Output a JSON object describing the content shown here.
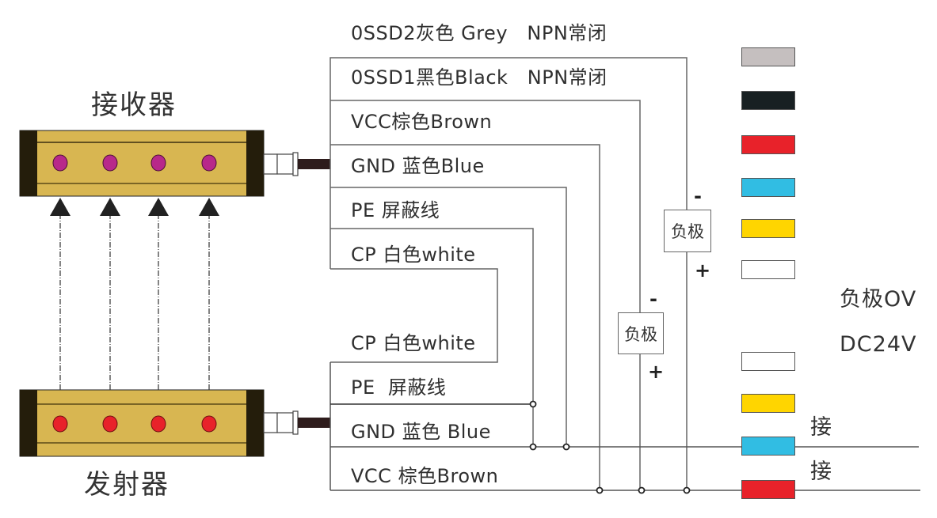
{
  "receiver": {
    "title": "接收器",
    "lens_color": "#b8288a",
    "beam_count": 4
  },
  "emitter": {
    "title": "发射器",
    "lens_color": "#e8222a",
    "beam_count": 4
  },
  "body_color": "#d8b651",
  "cap_color": "#241d0b",
  "receiver_wires": [
    {
      "label": "0SSD2灰色 Grey   NPN常闭"
    },
    {
      "label": "0SSD1黑色Black   NPN常闭"
    },
    {
      "label": "VCC棕色Brown"
    },
    {
      "label": "GND 蓝色Blue"
    },
    {
      "label": "PE 屏蔽线"
    },
    {
      "label": "CP 白色white"
    }
  ],
  "emitter_wires": [
    {
      "label": "CP 白色white"
    },
    {
      "label": "PE  屏蔽线"
    },
    {
      "label": "GND 蓝色 Blue"
    },
    {
      "label": "VCC 棕色Brown"
    }
  ],
  "loads": [
    {
      "label": "负极",
      "minus": "-",
      "plus": "+"
    },
    {
      "label": "负极",
      "minus": "-",
      "plus": "+"
    }
  ],
  "swatches": [
    {
      "name": "grey",
      "color": "#c5bfbf"
    },
    {
      "name": "black",
      "color": "#182022"
    },
    {
      "name": "red",
      "color": "#e8222a"
    },
    {
      "name": "blue",
      "color": "#31bde3"
    },
    {
      "name": "yellow",
      "color": "#ffd500"
    },
    {
      "name": "white",
      "color": "#ffffff"
    },
    {
      "name": "white",
      "color": "#ffffff"
    },
    {
      "name": "yellow",
      "color": "#ffd500"
    },
    {
      "name": "blue",
      "color": "#31bde3"
    },
    {
      "name": "red",
      "color": "#e8222a"
    }
  ],
  "power": {
    "negative_label": "负极OV",
    "supply_label": "DC24V",
    "connect_label_1": "接",
    "connect_label_2": "接"
  }
}
